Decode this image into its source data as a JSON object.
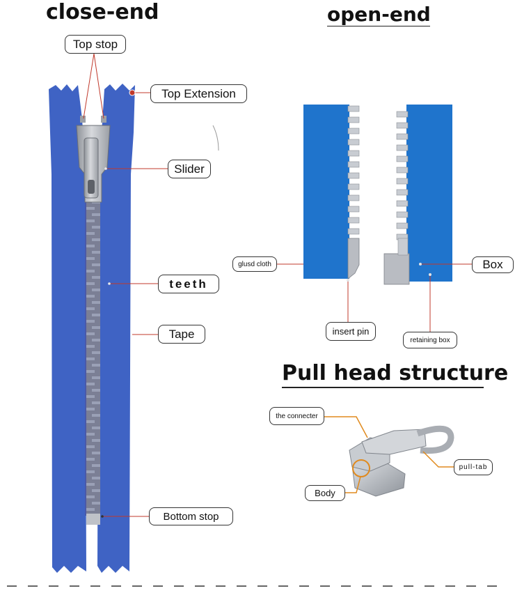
{
  "headings": {
    "close_end": "close-end",
    "open_end": "open-end",
    "pull_head": "Pull head structure"
  },
  "labels": {
    "top_stop": "Top stop",
    "top_extension": "Top Extension",
    "slider": "Slider",
    "teeth": "teeth",
    "tape": "Tape",
    "bottom_stop": "Bottom stop",
    "glued_cloth": "glusd cloth",
    "box": "Box",
    "insert_pin": "insert pin",
    "retaining_box": "retaining box",
    "connecter": "the connecter",
    "pull_tab": "pull-tab",
    "body": "Body"
  },
  "colors": {
    "tape_close": "#3f63c4",
    "tape_open": "#1f74cc",
    "metal": "#b9bcc2",
    "leader_red": "#c0392b",
    "leader_orange": "#e08a1e"
  }
}
